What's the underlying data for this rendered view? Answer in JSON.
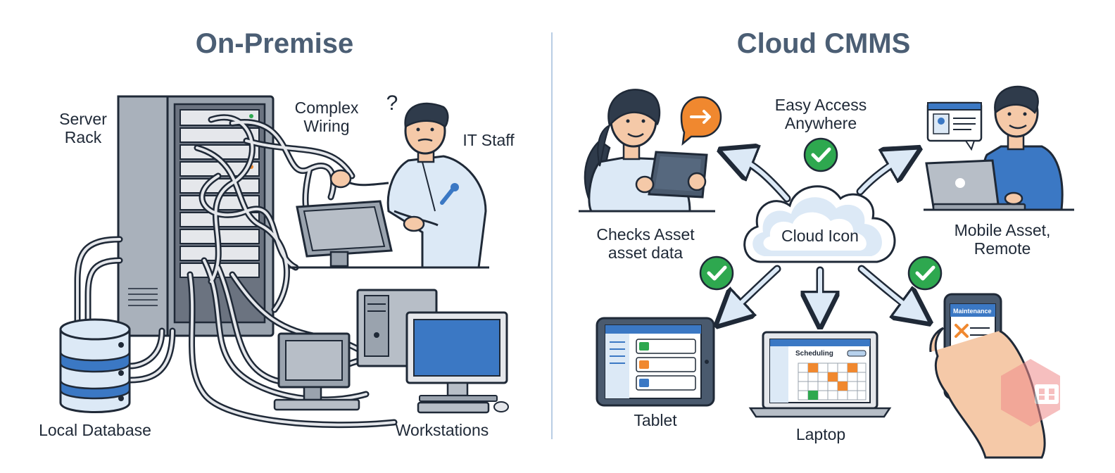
{
  "left_panel": {
    "title": "On-Premise",
    "labels": {
      "server_rack": [
        "Server",
        "Rack"
      ],
      "complex_wiring": [
        "Complex",
        "Wiring"
      ],
      "it_staff": "IT Staff",
      "local_database": "Local Database",
      "workstations": "Workstations"
    },
    "confusion_mark": "?"
  },
  "right_panel": {
    "title": "Cloud CMMS",
    "labels": {
      "easy_access": [
        "Easy Access",
        "Anywhere"
      ],
      "checks_asset": [
        "Checks Asset",
        "asset data"
      ],
      "mobile_asset": [
        "Mobile Asset,",
        "Remote"
      ],
      "cloud_icon": "Cloud Icon",
      "tablet": "Tablet",
      "laptop": "Laptop"
    },
    "screen_text": {
      "scheduling": "Scheduling",
      "maintenance": "Maintenance"
    }
  },
  "colors": {
    "title": "#4b5e74",
    "outline": "#1f2937",
    "accent_blue": "#3b78c4",
    "light_blue": "#dce9f6",
    "check_green": "#2ea84f",
    "orange": "#f0882f",
    "divider": "#b9cde4"
  }
}
